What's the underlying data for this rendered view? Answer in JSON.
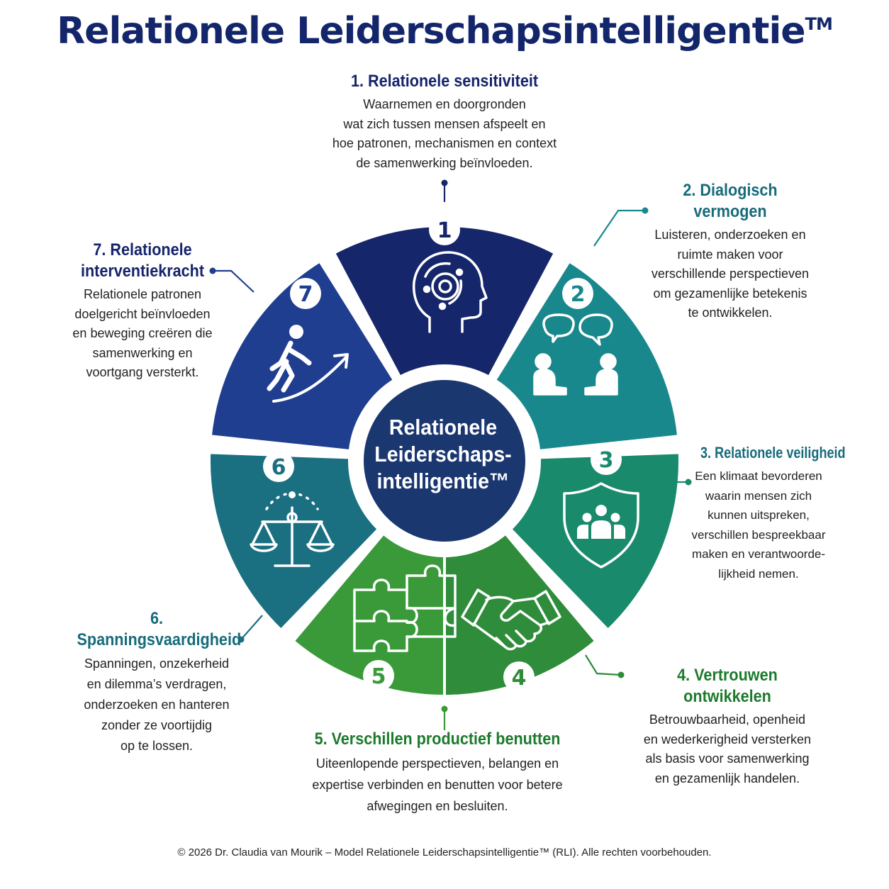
{
  "title": "Relationele Leiderschapsintelligentie",
  "title_mark": "TM",
  "hub": {
    "line1": "Relationele",
    "line2": "Leiderschaps-",
    "line3": "intelligentie™"
  },
  "colors": {
    "navy": "#16266b",
    "blue": "#1f3e8f",
    "teal_dark": "#1a6f80",
    "teal": "#18888c",
    "teal_green": "#1a8a6c",
    "green": "#2e8c3a",
    "green_light": "#3a9a3a",
    "hub": "#1b3770"
  },
  "segments": [
    {
      "number": "1",
      "icon": "head-brain-icon"
    },
    {
      "number": "2",
      "icon": "dialogue-people-icon"
    },
    {
      "number": "3",
      "icon": "shield-group-icon"
    },
    {
      "number": "4",
      "icon": "handshake-icon"
    },
    {
      "number": "5",
      "icon": "puzzle-icon"
    },
    {
      "number": "6",
      "icon": "balance-scale-icon"
    },
    {
      "number": "7",
      "icon": "walking-person-arrow-icon"
    }
  ],
  "items": {
    "s1": {
      "heading": "1. Relationele sensitiviteit",
      "lines": [
        "Waarnemen en doorgronden",
        "wat zich tussen mensen afspeelt en",
        "hoe patronen, mechanismen en context",
        "de samenwerking beïnvloeden."
      ]
    },
    "s2": {
      "heading": "2. Dialogisch vermogen",
      "lines": [
        "Luisteren, onderzoeken en",
        "ruimte maken voor",
        "verschillende perspectieven",
        "om gezamenlijke betekenis",
        "te ontwikkelen."
      ]
    },
    "s3": {
      "heading_num": "3.",
      "heading_text": "Relationele veiligheid",
      "lines": [
        "Een klimaat bevorderen",
        "waarin mensen zich",
        "kunnen uitspreken,",
        "verschillen bespreekbaar",
        "maken en verantwoorde-",
        "lijkheid nemen."
      ]
    },
    "s4": {
      "heading": "4. Vertrouwen ontwikkelen",
      "lines": [
        "Betrouwbaarheid, openheid",
        "en wederkerigheid versterken",
        "als basis voor samenwerking",
        "en gezamenlijk handelen."
      ]
    },
    "s5": {
      "heading": "5. Verschillen productief benutten",
      "lines": [
        "Uiteenlopende perspectieven, belangen en",
        "expertise verbinden en benutten voor betere",
        "afwegingen en besluiten."
      ]
    },
    "s6": {
      "heading": "6. Spanningsvaardigheid",
      "lines": [
        "Spanningen, onzekerheid",
        "en dilemma’s verdragen,",
        "onderzoeken en hanteren",
        "zonder ze voortijdig",
        "op te lossen."
      ]
    },
    "s7": {
      "heading_l1": "7. Relationele",
      "heading_l2": "interventiekracht",
      "lines": [
        "Relationele patronen",
        "doelgericht beïnvloeden",
        "en beweging creëren die",
        "samenwerking en",
        "voortgang versterkt."
      ]
    }
  },
  "footer": "© 2026 Dr. Claudia van Mourik – Model Relationele Leiderschapsintelligentie™ (RLI). Alle rechten voorbehouden."
}
